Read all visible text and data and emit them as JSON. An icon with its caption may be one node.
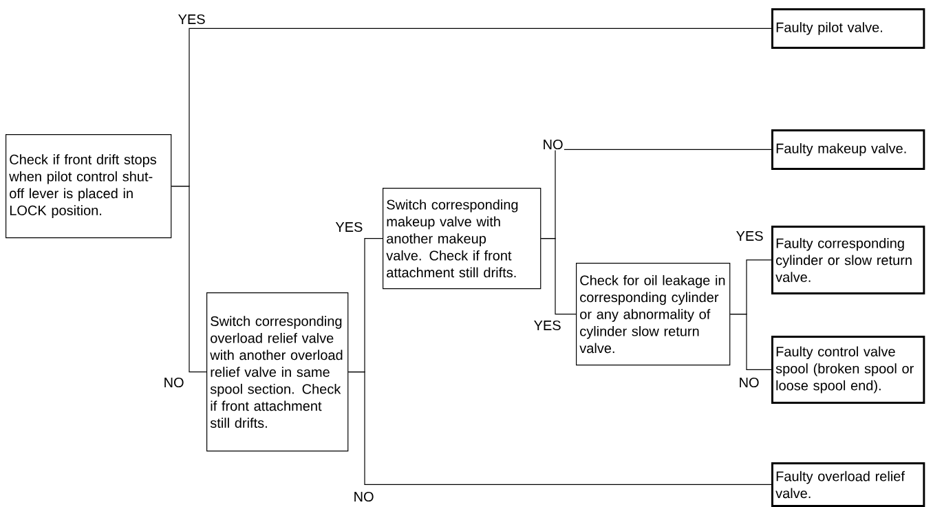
{
  "diagram": {
    "nodes": [
      {
        "text": [
          "Check if front drift stops when pilot control shut-off lever is placed in LOCK position."
        ]
      },
      {
        "text": [
          "Faulty pilot valve."
        ]
      },
      {
        "text": [
          "Switch corresponding overload relief valve with another overload relief valve in same spool section. Check if front attachment still drifts."
        ]
      },
      {
        "text": [
          "Switch corresponding makeup valve with another makeup valve. Check if front attachment still drifts."
        ]
      },
      {
        "text": [
          "Faulty makeup valve."
        ]
      },
      {
        "text": [
          "Check for oil leakage in corresponding cylinder or any abnormality of cylinder slow return valve."
        ]
      },
      {
        "text": [
          "Faulty corresponding cylinder or slow return valve."
        ]
      },
      {
        "text": [
          "Faulty control valve spool (broken spool or loose spool end)."
        ]
      },
      {
        "text": [
          "Faulty overload relief valve."
        ]
      }
    ],
    "edges": [
      {
        "from": 0,
        "to": 1,
        "arrow": "none",
        "label": "YES"
      },
      {
        "from": 0,
        "to": 2,
        "arrow": "none",
        "label": "NO"
      },
      {
        "from": 2,
        "to": 3,
        "arrow": "none",
        "label": "YES"
      },
      {
        "from": 2,
        "to": 8,
        "arrow": "none",
        "label": "NO"
      },
      {
        "from": 3,
        "to": 4,
        "arrow": "none",
        "label": "NO"
      },
      {
        "from": 3,
        "to": 5,
        "arrow": "none",
        "label": "YES"
      },
      {
        "from": 5,
        "to": 6,
        "arrow": "none",
        "label": "YES"
      },
      {
        "from": 5,
        "to": 7,
        "arrow": "none",
        "label": "NO"
      }
    ]
  }
}
